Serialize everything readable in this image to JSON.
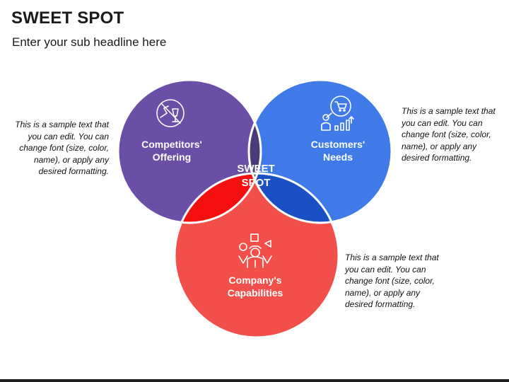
{
  "slide": {
    "title": "SWEET SPOT",
    "subtitle": "Enter your sub headline here"
  },
  "circles": {
    "competitors": {
      "label_line1": "Competitors'",
      "label_line2": "Offering",
      "color": "#6b4ea6",
      "icon": "no-drinks-icon"
    },
    "customers": {
      "label_line1": "Customers'",
      "label_line2": "Needs",
      "color": "#3f7ae8",
      "icon": "shopping-cart-growth-icon"
    },
    "company": {
      "label_line1": "Company's",
      "label_line2": "Capabilities",
      "color": "#f24f4a",
      "icon": "juggling-skills-icon"
    }
  },
  "overlaps": {
    "competitors_customers": "#4b3a78",
    "competitors_company": "#f50f0f",
    "customers_company": "#1b4fc4",
    "center": {
      "line1": "SWEET",
      "line2": "SPOT",
      "color": "#555555"
    }
  },
  "texts": {
    "left": "This is a sample text that\nyou can edit. You can\nchange font (size, color,\nname), or apply any\ndesired formatting.",
    "right_top": "This is a sample text that\nyou can edit. You can\nchange font (size, color,\nname), or apply any\ndesired formatting.",
    "right_bottom": "This is a sample text that\nyou can edit. You can\nchange font (size, color,\nname), or apply any\ndesired formatting."
  }
}
